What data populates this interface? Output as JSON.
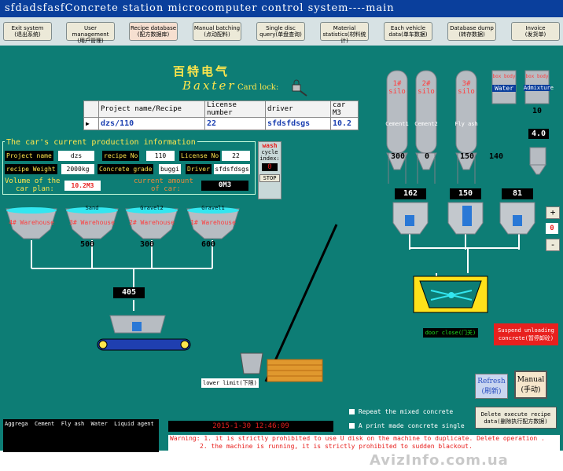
{
  "window": {
    "title": "sfdadsfasfConcrete station microcomputer control system----main"
  },
  "toolbar": [
    {
      "line1": "Exit system",
      "line2": "(退出系统)"
    },
    {
      "line1": "User management",
      "line2": "(用户管理)"
    },
    {
      "line1": "Recipe database",
      "line2": "(配方数据库)"
    },
    {
      "line1": "Manual batching",
      "line2": "(点动配料)"
    },
    {
      "line1": "Single disc",
      "line2": "query(单盘查询)"
    },
    {
      "line1": "Material",
      "line2": "statistics(材料统计)"
    },
    {
      "line1": "Each vehicle",
      "line2": "data(单车数据)"
    },
    {
      "line1": "Database dump",
      "line2": "(转存数据)"
    },
    {
      "line1": "Invoice",
      "line2": "(发货单)"
    }
  ],
  "logo": {
    "chinese": "百特电气",
    "english": "Baxter",
    "card_lock": "Card lock:"
  },
  "recipe_table": {
    "headers": [
      "Project name/Recipe",
      "License number",
      "driver",
      "car M3"
    ],
    "row": [
      "dzs/110",
      "22",
      "sfdsfdsgs",
      "10.2"
    ]
  },
  "production": {
    "title": "The car's current production information",
    "project_name_label": "Project name",
    "project_name": "dzs",
    "recipe_no_label": "recipe No",
    "recipe_no": "110",
    "license_no_label": "License No",
    "license_no": "22",
    "recipe_weight_label": "recipe Weight",
    "recipe_weight": "2000kg",
    "concrete_grade_label": "Concrete grade",
    "concrete_grade": "buggi",
    "driver_label": "Driver",
    "driver": "sfdsfdsgs",
    "volume_label_1": "Volume of the",
    "volume_label_2": "car plan:",
    "volume": "10.2M3",
    "current_label_1": "current amount",
    "current_label_2": "of car:",
    "current": "0M3"
  },
  "wash": {
    "title": "wash",
    "cycle_1": "cycle",
    "cycle_2": "index:",
    "index": "0",
    "stop": "STOP"
  },
  "silos": [
    {
      "tag": "1#",
      "sub": "silo",
      "name": "Cement1",
      "value": "300"
    },
    {
      "tag": "2#",
      "sub": "silo",
      "name": "Cement2",
      "value": "0"
    },
    {
      "tag": "3#",
      "sub": "silo",
      "name": "Fly ash",
      "value": "150"
    }
  ],
  "water": {
    "tag": "box body",
    "name": "Water",
    "value": "140"
  },
  "admixture": {
    "tag": "box body",
    "name": "Admixture",
    "value": "10",
    "scale": "4.0"
  },
  "scales": [
    "162",
    "150",
    "81"
  ],
  "warehouses": [
    {
      "name": "",
      "label": "4# Warehouse",
      "value": ""
    },
    {
      "name": "Sand",
      "label": "3# Warehouse",
      "value": "500"
    },
    {
      "name": "Gravel2",
      "label": "2# Warehouse",
      "value": "300"
    },
    {
      "name": "Gravel1",
      "label": "1# Warehouse",
      "value": "600"
    }
  ],
  "aggregate_scale": "405",
  "stepper": {
    "plus": "+",
    "value": "0",
    "minus": "-"
  },
  "door": "door close(门关)",
  "suspend": {
    "line1": "Suspend unloading",
    "line2": "concrete(暂停卸砼)"
  },
  "lower_limit": "lower limit(下限)",
  "refresh": {
    "line1": "Refresh",
    "line2": "(刷新)"
  },
  "manual": {
    "line1": "Manual",
    "line2": "(手动)"
  },
  "options": [
    {
      "label": "Repeat the mixed concrete"
    },
    {
      "label": "A print made concrete single"
    }
  ],
  "delete_recipe": {
    "line1": "Delete execute recipe",
    "line2": "data(删除执行配方数据)"
  },
  "legend": [
    "Aggrega",
    "Cement",
    "Fly ash",
    "Water",
    "Liquid agent"
  ],
  "datetime": "2015-1-30 12:46:09",
  "warning": {
    "line1": "Warning: 1. it is strictly prohibited to use U disk on the machine to duplicate. Delete operation .",
    "line2": "2. the machine is running, it is strictly prohibited to sudden blackout."
  },
  "watermark": "AvizInfo.com.ua",
  "colors": {
    "background": "#0d7d75",
    "titlebar": "#0a3f9c",
    "label_yellow": "#ffe64c",
    "alarm_red": "#e8201e"
  }
}
